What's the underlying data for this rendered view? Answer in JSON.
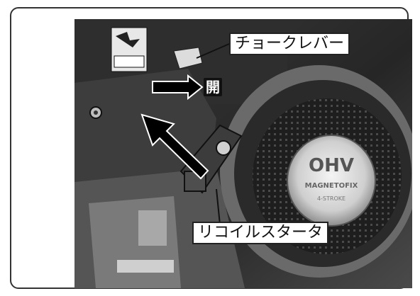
{
  "labels": {
    "choke_lever": "チョークレバー",
    "open": "開",
    "recoil_starter": "リコイルスタータ"
  },
  "engine_badge": {
    "line1": "OHV",
    "line2": "MAGNETOFIX",
    "line3": "4-STROKE"
  },
  "colors": {
    "frame_border": "#333333",
    "photo_dark": "#2b2b2b",
    "photo_mid": "#6b6b6b",
    "photo_light": "#d8d8d8"
  }
}
